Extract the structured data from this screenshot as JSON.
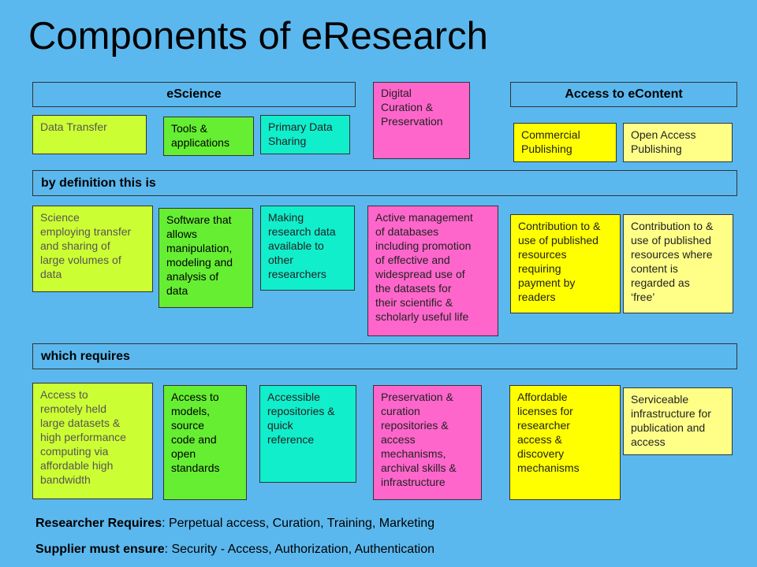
{
  "title": "Components of eResearch",
  "headers": {
    "escience": "eScience",
    "digital_curation": "Digital\nCuration &\nPreservation",
    "access_econtent": "Access to eContent"
  },
  "row1": {
    "data_transfer": "Data Transfer",
    "tools_applications": "Tools &\napplications",
    "primary_data_sharing": "Primary Data\nSharing",
    "commercial_publishing": "Commercial\nPublishing",
    "open_access_publishing": "Open Access\nPublishing"
  },
  "bars": {
    "definition": "by definition this is",
    "requires": "which requires"
  },
  "row2": {
    "science": "Science\nemploying transfer\nand sharing of\nlarge volumes of\ndata",
    "software": "Software that\nallows\nmanipulation,\nmodeling and\nanalysis of\ndata",
    "making": "Making\nresearch data\navailable to\nother\nresearchers",
    "active": "Active management\nof databases\nincluding promotion\nof effective and\nwidespread use of\nthe datasets for\ntheir scientific  &\nscholarly useful life",
    "contribution_paid": "Contribution to &\nuse of published\nresources\nrequiring\npayment by\nreaders",
    "contribution_free": "Contribution to &\nuse of published\nresources where\ncontent is\nregarded as\n‘free’"
  },
  "row3": {
    "access_remote": "Access to\nremotely held\nlarge datasets &\nhigh performance\ncomputing via\naffordable high\nbandwidth",
    "access_models": "Access to\nmodels,\nsource\ncode and\nopen\nstandards",
    "accessible_repos": "Accessible\nrepositories &\nquick\nreference",
    "preservation": "Preservation &\ncuration\nrepositories &\naccess\nmechanisms,\narchival skills &\ninfrastructure",
    "affordable": "Affordable\nlicenses for\nresearcher\naccess &\ndiscovery\nmechanisms",
    "serviceable": "Serviceable\ninfrastructure for\npublication and\naccess"
  },
  "footer": {
    "researcher_label": "Researcher Requires",
    "researcher_text": ": Perpetual access, Curation, Training, Marketing",
    "supplier_label": "Supplier must ensure",
    "supplier_text": ": Security - Access, Authorization, Authentication"
  },
  "colors": {
    "background": "#5bb8ee",
    "lime": "#ccff33",
    "green": "#66ee33",
    "teal": "#11eecc",
    "pink": "#ff66cc",
    "yellow": "#ffff00",
    "pale_yellow": "#ffff88"
  }
}
